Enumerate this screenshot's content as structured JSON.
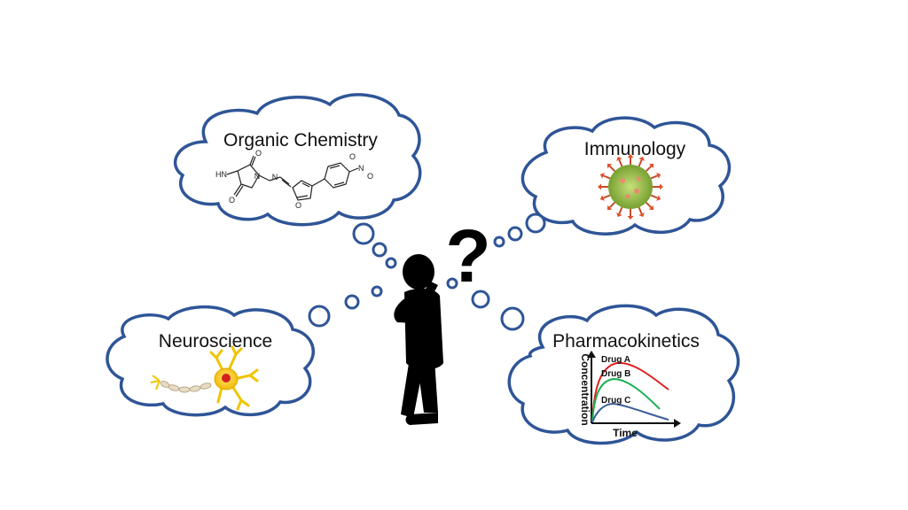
{
  "clouds": {
    "organic": {
      "title": "Organic Chemistry"
    },
    "immunology": {
      "title": "Immunology"
    },
    "neuroscience": {
      "title": "Neuroscience"
    },
    "pharmacokinetics": {
      "title": "Pharmacokinetics"
    }
  },
  "molecule_labels": [
    "HN",
    "O",
    "O",
    "N",
    "N",
    "O",
    "N",
    "O",
    "O"
  ],
  "pk_chart": {
    "xlabel": "Time",
    "ylabel": "Concentration",
    "series": [
      {
        "name": "Drug A",
        "color": "#e02020"
      },
      {
        "name": "Drug B",
        "color": "#18b050"
      },
      {
        "name": "Drug C",
        "color": "#3a5f9a"
      }
    ]
  },
  "question_mark": "?",
  "colors": {
    "cloud_outline": "#2f5597",
    "figure": "#000000"
  }
}
